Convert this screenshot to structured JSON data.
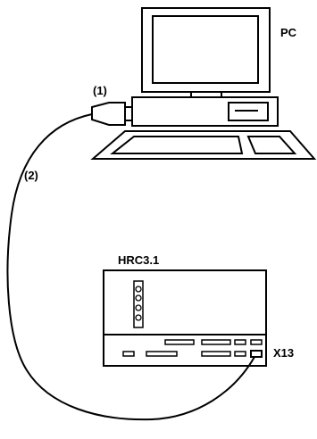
{
  "labels": {
    "pc": "PC",
    "connector": "(1)",
    "cable": "(2)",
    "device": "HRC3.1",
    "port": "X13"
  },
  "colors": {
    "line": "#000000",
    "background": "#ffffff"
  }
}
